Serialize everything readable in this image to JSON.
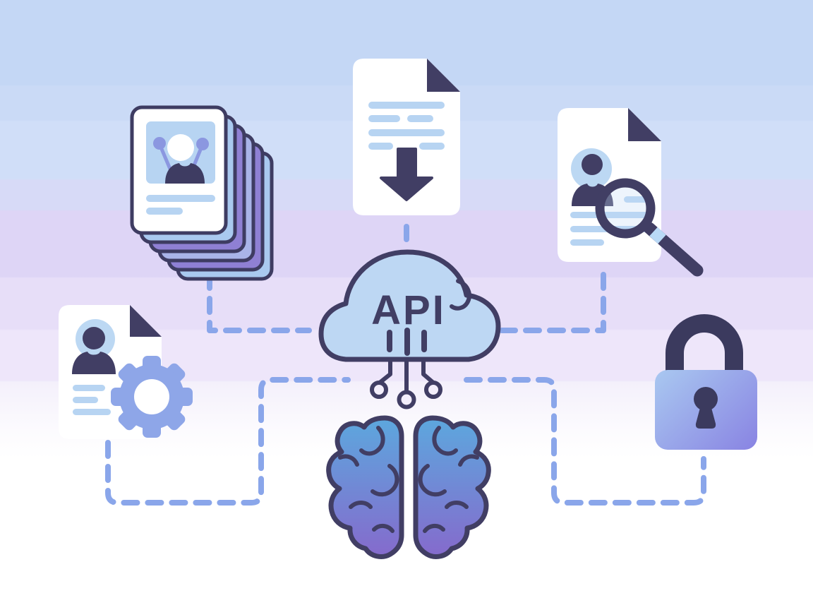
{
  "diagram": {
    "api_label": "API",
    "nodes": [
      {
        "id": "resume-stack",
        "icon": "stacked-profile-cards-icon",
        "position": "top-left"
      },
      {
        "id": "document-download",
        "icon": "document-download-icon",
        "position": "top-center"
      },
      {
        "id": "resume-search",
        "icon": "resume-magnifier-icon",
        "position": "top-right"
      },
      {
        "id": "resume-settings",
        "icon": "resume-gear-icon",
        "position": "middle-left"
      },
      {
        "id": "api-cloud",
        "icon": "cloud-circuit-icon",
        "position": "center",
        "label": "API"
      },
      {
        "id": "brain",
        "icon": "brain-icon",
        "position": "bottom-center"
      },
      {
        "id": "padlock",
        "icon": "padlock-icon",
        "position": "middle-right"
      }
    ],
    "connections": [
      {
        "from": "resume-stack",
        "to": "api-cloud",
        "style": "dashed"
      },
      {
        "from": "document-download",
        "to": "api-cloud",
        "style": "dashed"
      },
      {
        "from": "resume-search",
        "to": "api-cloud",
        "style": "dashed"
      },
      {
        "from": "resume-settings",
        "to": "api-cloud",
        "style": "dashed"
      },
      {
        "from": "padlock",
        "to": "api-cloud",
        "style": "dashed"
      }
    ],
    "colors": {
      "outline_navy": "#413e64",
      "cloud_blue": "#bdd7f3",
      "doc_line_blue": "#b7d4f2",
      "avatar_circle_blue": "#bcd8f3",
      "gear_periwinkle": "#8ea6e8",
      "card_purple": "#8f80d4",
      "card_blue": "#a9c9ef",
      "dash_blue": "#8aa6ea",
      "brain_gradient_top": "#5ca8de",
      "brain_gradient_bottom": "#8669cc",
      "lock_gradient_top": "#a8c6f0",
      "lock_gradient_bottom": "#8a86e3"
    }
  }
}
